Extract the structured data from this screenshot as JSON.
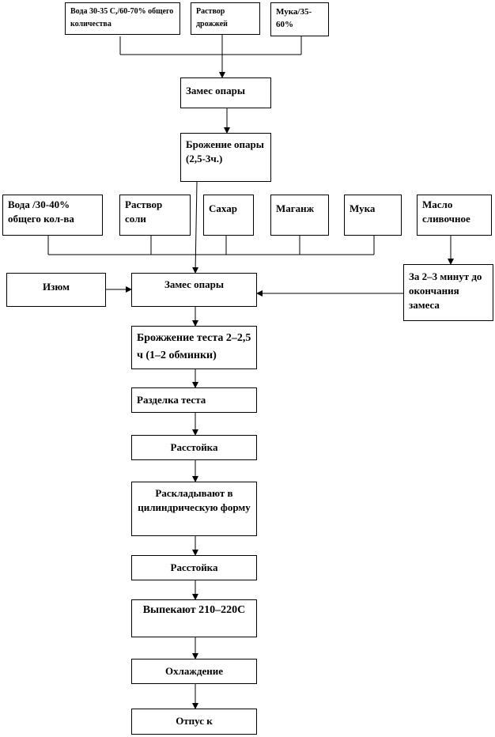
{
  "row1": {
    "water": "Вода 30-35  С,/60-70% общего количества",
    "yeast": "Раствор дрожжей",
    "flour": "Мука/35-60%"
  },
  "sponge_mix": "Замес опары",
  "sponge_ferment": "Брожение опары  (2,5-3ч.)",
  "row2": {
    "water": "Вода /30-40% общего кол-ва",
    "salt": "Раствор соли",
    "sugar": "Сахар",
    "margarine": "Маганж",
    "flour": "Мука",
    "butter": "Масло сливочное"
  },
  "raisins": "Изюм",
  "dough_mix": "Замес опары",
  "before_end": "За 2–3 минут до окончания замеса",
  "steps": {
    "ferment": "Брожжение теста 2–2,5 ч (1–2 обминки)",
    "divide": "Разделка теста",
    "proof1": "Расстойка",
    "lay": "Раскладывают в цилиндрическую форму",
    "proof2": "Расстойка",
    "bake": "Выпекают 210–220С",
    "cool": "Охлаждение",
    "release": "Отпус к"
  }
}
